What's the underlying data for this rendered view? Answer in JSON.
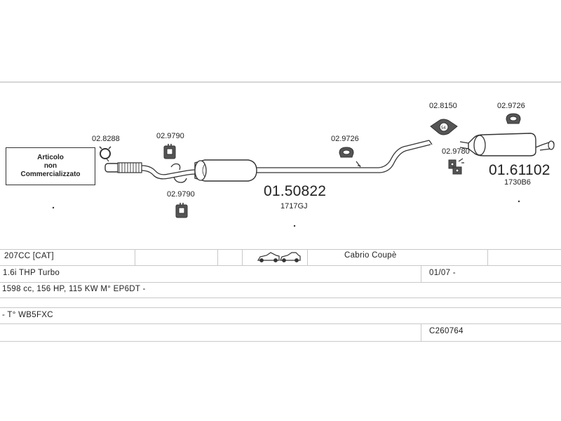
{
  "not_available_box": {
    "line1": "Articolo",
    "line2": "non",
    "line3": "Commercializzato"
  },
  "part_codes": {
    "clamp_front": "02.8288",
    "mount_a": "02.9790",
    "mount_b": "02.9790",
    "mount_mid": "02.9726",
    "gasket": "02.8150",
    "mount_rear": "02.9726",
    "bracket_rear": "02.9780"
  },
  "middle_silencer": {
    "code": "01.50822",
    "oem": "1717GJ"
  },
  "rear_silencer": {
    "code": "01.61102",
    "oem": "1730B6"
  },
  "table": {
    "row1": {
      "model": "207CC  [CAT]",
      "body": "Cabrio Coupè"
    },
    "row2": {
      "engine": "1.6i THP Turbo",
      "date": "01/07 -"
    },
    "row3": {
      "spec": "1598 cc, 156 HP, 115 KW M° EP6DT -"
    },
    "row4": {
      "type": "- T° WB5FXC"
    },
    "row5": {
      "ref": "C260764"
    }
  },
  "icons": {
    "car_icon": "cabrio-coupe-car-icon"
  }
}
